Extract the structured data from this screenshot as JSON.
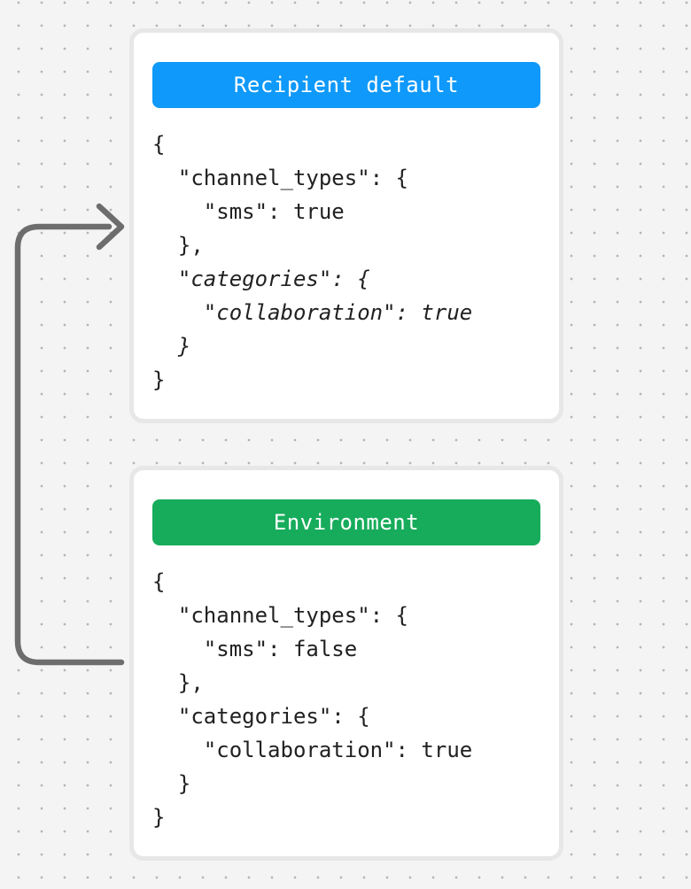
{
  "diagram": {
    "background_color": "#f4f4f4",
    "dot_color": "#b5b5b5",
    "arrow_color": "#6d6d6d"
  },
  "cards": [
    {
      "id": "recipient-default",
      "title": "Recipient default",
      "header_color": "#0f99fa",
      "code_lines": [
        {
          "text": "{",
          "italic": false
        },
        {
          "text": "  \"channel_types\": {",
          "italic": false
        },
        {
          "text": "    \"sms\": true",
          "italic": false
        },
        {
          "text": "  },",
          "italic": false
        },
        {
          "text": "  \"categories\": {",
          "italic": true
        },
        {
          "text": "    \"collaboration\": true",
          "italic": true
        },
        {
          "text": "  }",
          "italic": true
        },
        {
          "text": "}",
          "italic": false
        }
      ]
    },
    {
      "id": "environment",
      "title": "Environment",
      "header_color": "#17ac5b",
      "code_lines": [
        {
          "text": "{",
          "italic": false
        },
        {
          "text": "  \"channel_types\": {",
          "italic": false
        },
        {
          "text": "    \"sms\": false",
          "italic": false
        },
        {
          "text": "  },",
          "italic": false
        },
        {
          "text": "  \"categories\": {",
          "italic": false
        },
        {
          "text": "    \"collaboration\": true",
          "italic": false
        },
        {
          "text": "  }",
          "italic": false
        },
        {
          "text": "}",
          "italic": false
        }
      ]
    }
  ]
}
